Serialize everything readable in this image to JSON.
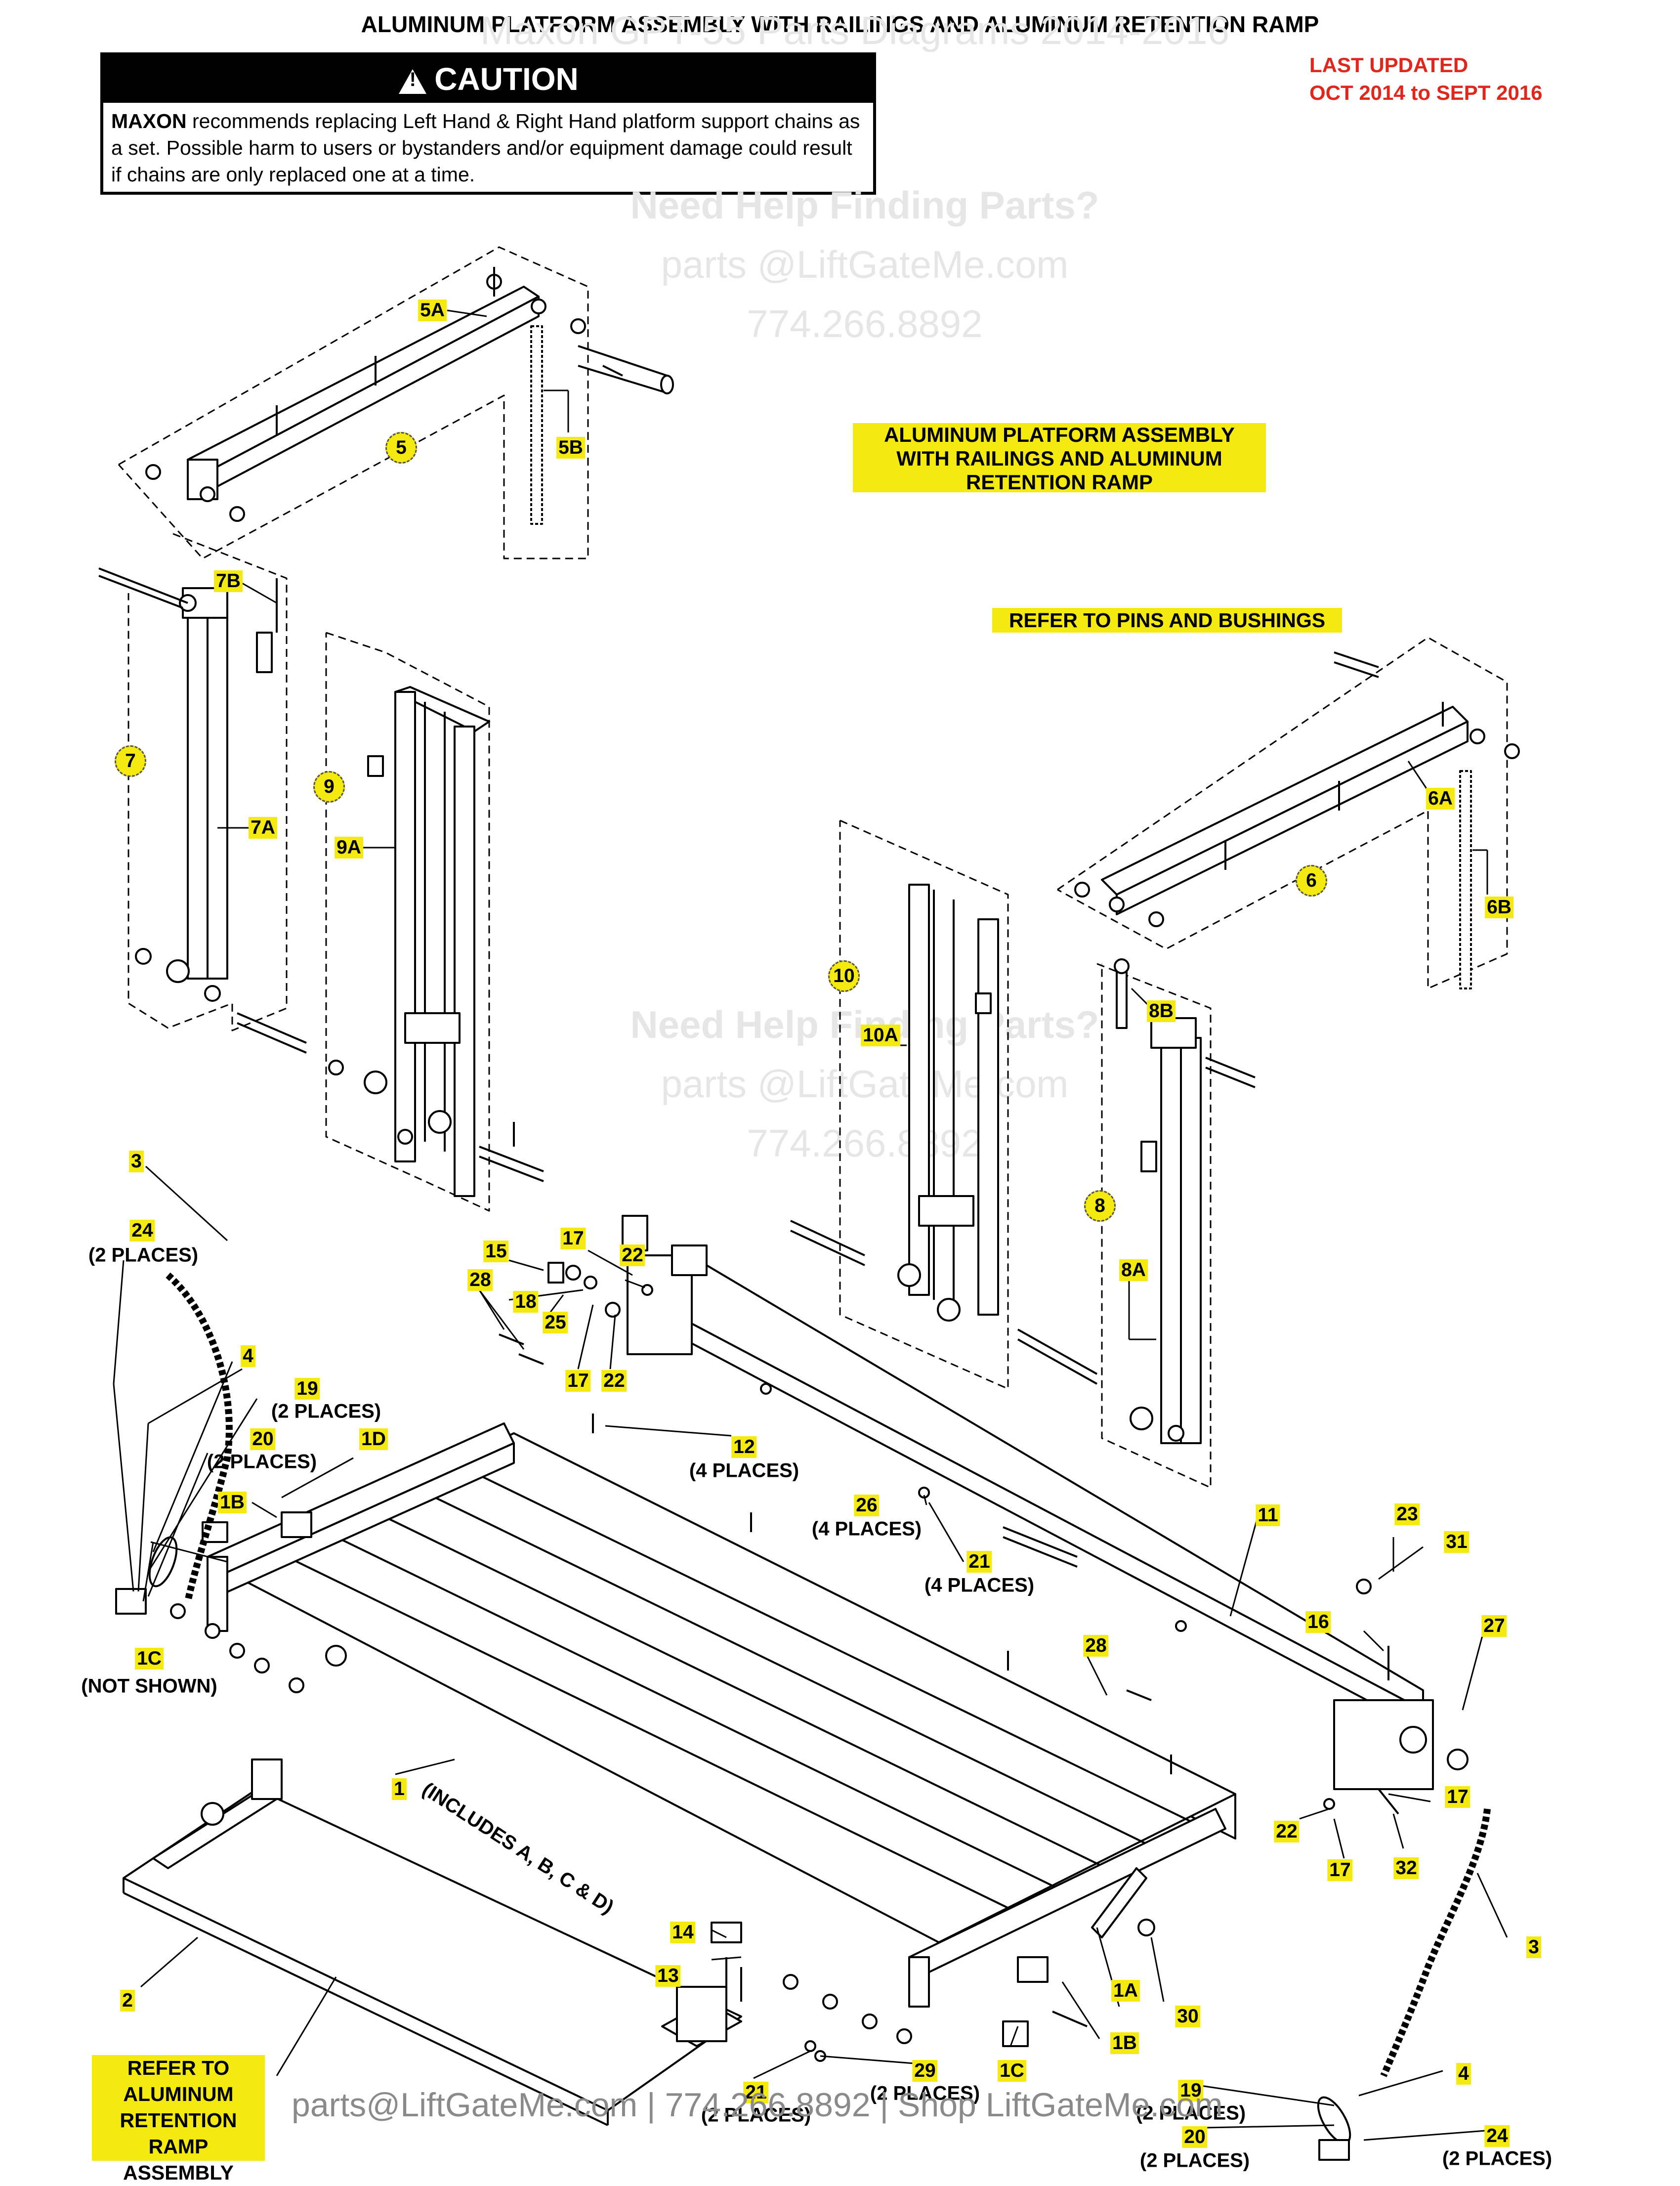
{
  "title": "ALUMINUM PLATFORM ASSEMBLY WITH RAILINGS AND ALUMINUM RETENTION RAMP",
  "caution": {
    "heading": "CAUTION",
    "brand": "MAXON",
    "text": " recommends replacing Left Hand & Right Hand platform support chains as a set. Possible harm to users or bystanders and/or equipment damage could result if chains are only replaced one at a time."
  },
  "last_updated": {
    "line1": "LAST UPDATED",
    "line2": "OCT 2014 to SEPT 2016"
  },
  "watermarks": {
    "top": "Maxon GPT-55 Parts Diagrams 2014-2016",
    "help": "Need Help Finding Parts?",
    "email": "parts @LiftGateMe.com",
    "phone": "774.266.8892"
  },
  "assembly_box": {
    "line1": "ALUMINUM PLATFORM ASSEMBLY",
    "line2": "WITH RAILINGS AND ALUMINUM",
    "line3": "RETENTION RAMP"
  },
  "refer_pins": "REFER TO PINS AND BUSHINGS",
  "refer_ramp": {
    "line1": "REFER TO",
    "line2": "ALUMINUM",
    "line3": "RETENTION RAMP",
    "line4": "ASSEMBLY"
  },
  "footer": "parts@LiftGateMe.com | 774.266.8892 | Shop LiftGateMe.com",
  "callouts": {
    "c5A": "5A",
    "c5": "5",
    "c5B": "5B",
    "c7B": "7B",
    "c7": "7",
    "c7A": "7A",
    "c9": "9",
    "c9A": "9A",
    "c10": "10",
    "c10A": "10A",
    "c8B": "8B",
    "c8": "8",
    "c8A": "8A",
    "c6A": "6A",
    "c6": "6",
    "c6B": "6B",
    "c3a": "3",
    "c24a": "24",
    "c4a": "4",
    "c19a": "19",
    "c20a": "20",
    "c1D": "1D",
    "c1B": "1B",
    "c1C": "1C",
    "c15": "15",
    "c17a": "17",
    "c22a": "22",
    "c28a": "28",
    "c18": "18",
    "c25": "25",
    "c17b": "17",
    "c22b": "22",
    "c12": "12",
    "c26": "26",
    "c21a": "21",
    "c11": "11",
    "c23": "23",
    "c31": "31",
    "c16": "16",
    "c27": "27",
    "c28b": "28",
    "c1": "1",
    "c17c": "17",
    "c22c": "22",
    "c17d": "17",
    "c32": "32",
    "c3b": "3",
    "c14": "14",
    "c13": "13",
    "c2": "2",
    "c1A": "1A",
    "c30": "30",
    "c1B2": "1B",
    "c1C2": "1C",
    "c29": "29",
    "c21b": "21",
    "c19b": "19",
    "c4b": "4",
    "c20b": "20",
    "c24b": "24"
  },
  "notes": {
    "places2": "(2 PLACES)",
    "places4": "(4 PLACES)",
    "not_shown": "(NOT SHOWN)",
    "includes": "(INCLUDES A, B, C & D)"
  }
}
